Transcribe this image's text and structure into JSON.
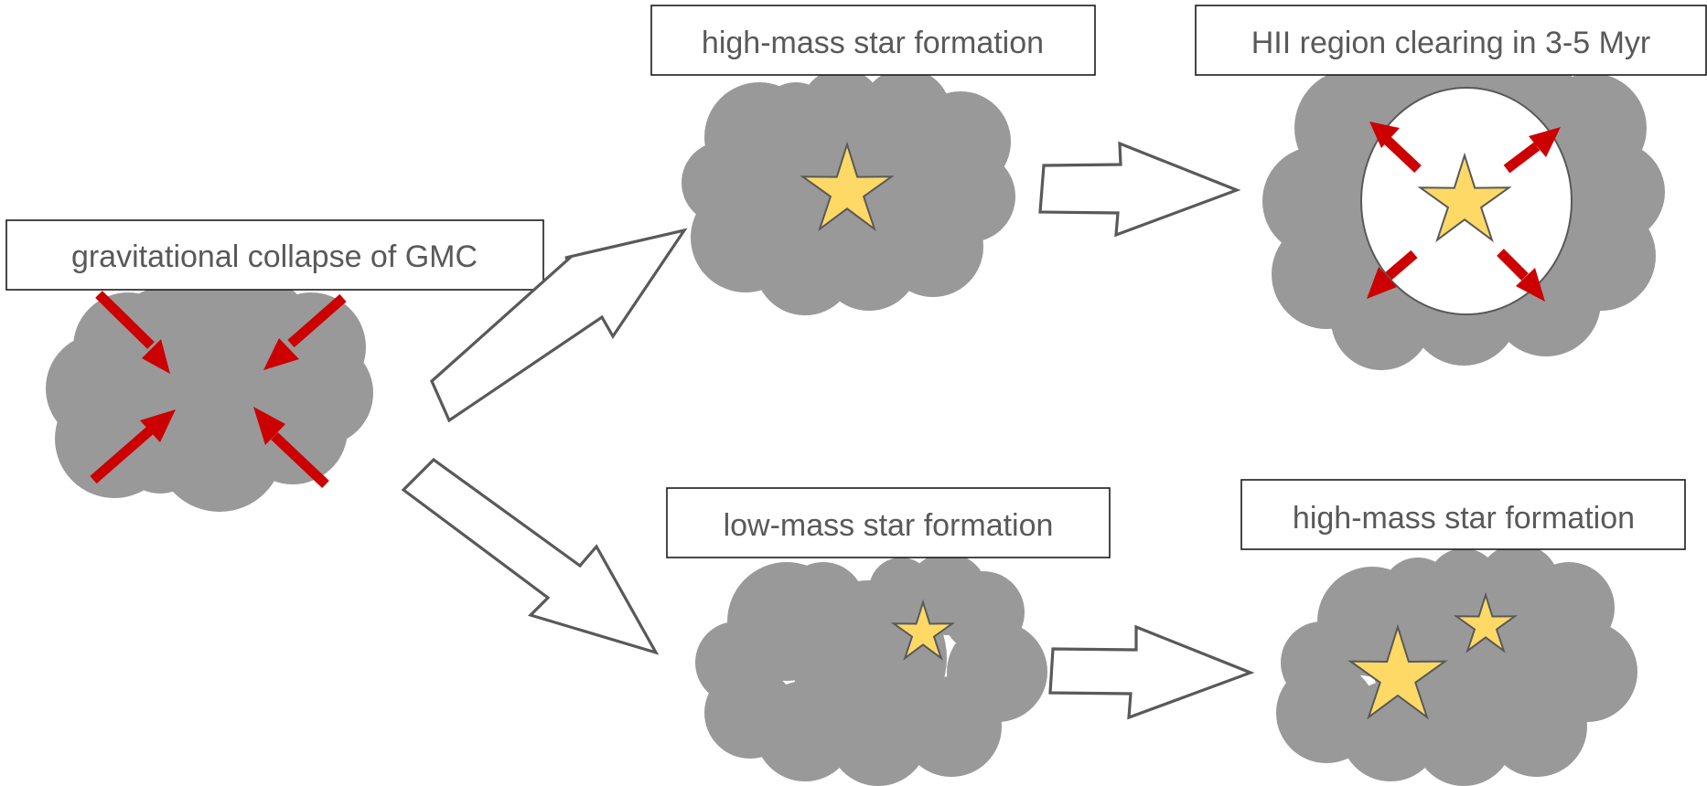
{
  "labels": {
    "gmc_collapse": "gravitational collapse of GMC",
    "high_mass_top": "high-mass star formation",
    "hii_region": "HII region clearing in 3-5 Myr",
    "low_mass": "low-mass star formation",
    "high_mass_bottom": "high-mass star formation"
  },
  "colors": {
    "cloud": "#999999",
    "star_fill": "#ffd966",
    "arrow_red": "#cc0000",
    "outline": "#595959"
  },
  "icons": [
    "cloud-icon",
    "star-icon",
    "red-arrow-icon",
    "hollow-arrow-icon"
  ]
}
